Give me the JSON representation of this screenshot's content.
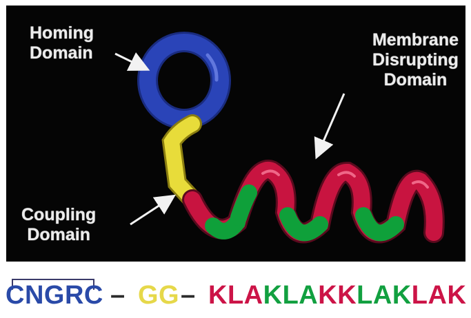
{
  "labels": {
    "homing": [
      "Homing",
      "Domain"
    ],
    "membrane": [
      "Membrane",
      "Disrupting",
      "Domain"
    ],
    "coupling": [
      "Coupling",
      "Domain"
    ]
  },
  "sequence": {
    "homing": {
      "text": "CNGRC",
      "color": "#2a4aa8"
    },
    "dash1": {
      "text": "–",
      "color": "#2a2a2a"
    },
    "coupling": {
      "text": "GG",
      "color": "#e6d84a"
    },
    "dash2": {
      "text": "–",
      "color": "#2a2a2a"
    },
    "membrane": {
      "text": "KLAKLAKKLAKLAK",
      "red": "#cc1447",
      "green": "#12a040"
    }
  },
  "colors": {
    "background": "#050505",
    "homing_ring": "#2a44b8",
    "coupling_tube": "#e8dc3a",
    "helix_red": "#c81440",
    "helix_green": "#0fa03a",
    "label_text": "#ececec",
    "arrow": "#f2f2f2"
  }
}
